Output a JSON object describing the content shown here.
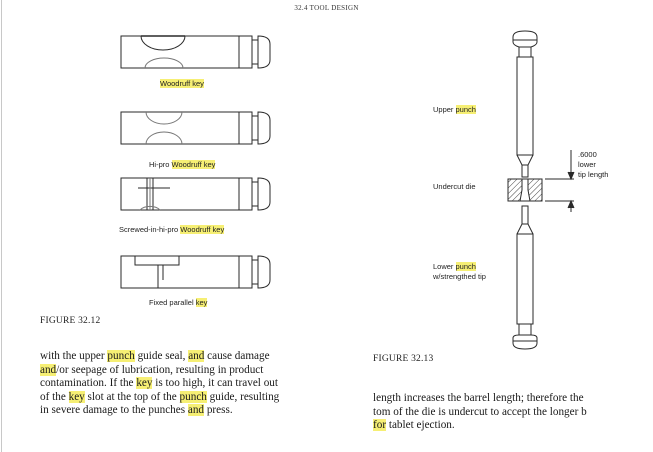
{
  "header": {
    "running_head": "32.4 TOOL DESIGN"
  },
  "highlight_color": "#f6ef74",
  "figure_32_12": {
    "caption": "FIGURE 32.12",
    "labels": [
      {
        "text_before": "",
        "highlight": "Woodruff key",
        "text_after": ""
      },
      {
        "text_before": "Hi-pro ",
        "highlight": "Woodruff key",
        "text_after": ""
      },
      {
        "text_before": "Screwed-in-hi-pro ",
        "highlight": "Woodruff key",
        "text_after": ""
      },
      {
        "text_before": "Fixed parallel ",
        "highlight": "key",
        "text_after": ""
      }
    ]
  },
  "figure_32_13": {
    "caption": "FIGURE 32.13",
    "upper_punch": {
      "text_before": "Upper ",
      "highlight": "punch"
    },
    "undercut_die": "Undercut die",
    "lower_punch": {
      "line1_before": "Lower ",
      "line1_highlight": "punch",
      "line2": "w/strengthed tip"
    },
    "tip_length": [
      "6000",
      "lower",
      "tip length"
    ]
  },
  "left_paragraph": [
    [
      "with the upper ",
      "punch",
      " guide seal, ",
      "and",
      " cause damage"
    ],
    [
      "",
      "and",
      "/or seepage of lubrication, resulting in product"
    ],
    [
      "contamination. If the ",
      "key",
      " is too high, it can travel out"
    ],
    [
      "of the ",
      "key",
      " slot at the top of the ",
      "punch",
      " guide, resulting"
    ],
    [
      "in severe damage to the punches ",
      "and",
      " press."
    ]
  ],
  "right_paragraph": [
    [
      "length increases the barrel length; therefore the "
    ],
    [
      "tom of the die is undercut to accept the longer b"
    ],
    [
      "",
      "for",
      " tablet ejection."
    ]
  ]
}
